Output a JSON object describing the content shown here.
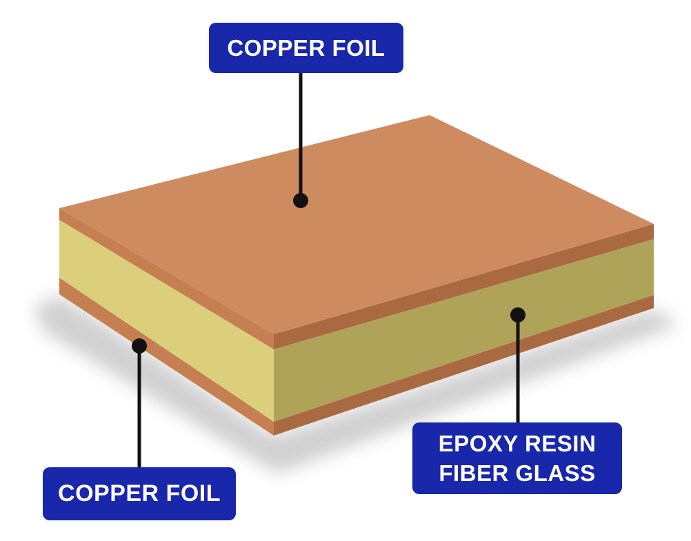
{
  "labels": {
    "copper_foil_top": {
      "text": "COPPER FOIL"
    },
    "copper_foil_bottom": {
      "text": "COPPER FOIL"
    },
    "epoxy_fiber": {
      "line1": "EPOXY RESIN",
      "line2": "FIBER GLASS"
    }
  },
  "colors": {
    "background": "#FFFFFF",
    "label_bg": "#1927AB",
    "label_text": "#FFFFFF",
    "leader": "#121212",
    "board_top_copper": "#CF8B60",
    "left_copper_strip": "#C67F51",
    "left_epoxy_core": "#DCCF7C",
    "right_copper_strip": "#AA6A41",
    "right_epoxy_core": "#AFA35A",
    "shadow": "#9A9A9A"
  }
}
